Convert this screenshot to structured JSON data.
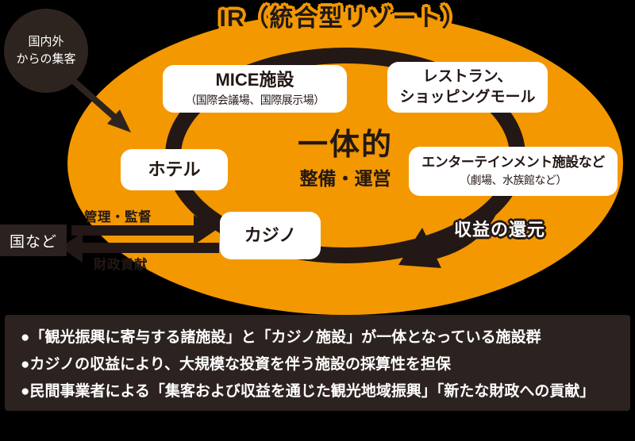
{
  "title": "IR（統合型リゾート）",
  "colors": {
    "orange": "#F39800",
    "dark_brown": "#231815",
    "panel": "#2C2320",
    "background": "#000000",
    "box_white": "#FFFFFF"
  },
  "attract_badge": {
    "line1": "国内外",
    "line2": "からの集客"
  },
  "facilities": {
    "mice": {
      "name": "MICE施設",
      "sub": "（国際会議場、国際展示場）"
    },
    "restaurant": {
      "line1": "レストラン、",
      "line2": "ショッピングモール"
    },
    "hotel": {
      "name": "ホテル"
    },
    "entertainment": {
      "name": "エンターテインメント施設など",
      "sub": "（劇場、水族館など）"
    },
    "casino": {
      "name": "カジノ"
    }
  },
  "center": {
    "line1": "一体的",
    "line2": "整備・運営"
  },
  "government": {
    "name": "国など",
    "to_casino_label": "管理・監督",
    "from_casino_label": "財政貢献"
  },
  "profit_return_label": "収益の還元",
  "notes": {
    "items": [
      "●「観光振興に寄与する諸施設」と「カジノ施設」が一体となっている施設群",
      "●カジノの収益により、大規模な投資を伴う施設の採算性を担保",
      "●民間事業者による「集客および収益を通じた観光地域振興」「新たな財政への貢献」"
    ]
  }
}
